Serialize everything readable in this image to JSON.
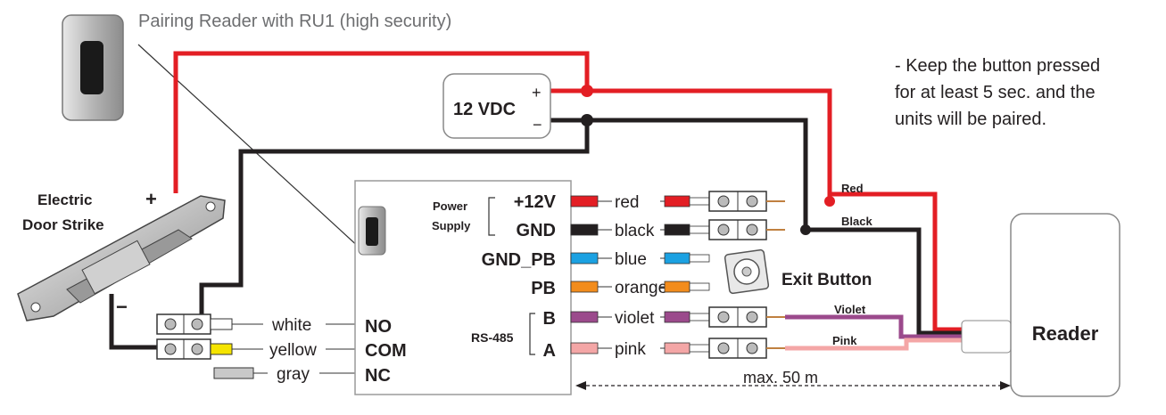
{
  "title": "Pairing Reader with RU1 (high security)",
  "note": {
    "lines": [
      "- Keep the button pressed",
      "for at least 5 sec. and the",
      "units will be paired."
    ]
  },
  "power_supply": {
    "label": "12 VDC",
    "plus": "+",
    "minus": "−"
  },
  "door_strike": {
    "label_line1": "Electric",
    "label_line2": "Door Strike",
    "plus": "+",
    "minus": "−"
  },
  "controller": {
    "power_supply_line1": "Power",
    "power_supply_line2": "Supply",
    "rs485_label": "RS-485",
    "relay_terminals": [
      "NO",
      "COM",
      "NC"
    ],
    "terminals": [
      {
        "label": "+12V",
        "wire": "red",
        "color": "#e31e24"
      },
      {
        "label": "GND",
        "wire": "black",
        "color": "#231f20"
      },
      {
        "label": "GND_PB",
        "wire": "blue",
        "color": "#1ba1e2"
      },
      {
        "label": "PB",
        "wire": "orange",
        "color": "#f28c1c"
      },
      {
        "label": "B",
        "wire": "violet",
        "color": "#9b4a8c"
      },
      {
        "label": "A",
        "wire": "pink",
        "color": "#f4a6a6"
      }
    ]
  },
  "relay_wires": [
    {
      "wire": "white",
      "color": "#ffffff"
    },
    {
      "wire": "yellow",
      "color": "#f5e400"
    },
    {
      "wire": "gray",
      "color": "#c8c8c8"
    }
  ],
  "exit_button": {
    "label": "Exit Button"
  },
  "reader": {
    "label": "Reader"
  },
  "reader_wires": [
    {
      "label": "Red",
      "color": "#e31e24"
    },
    {
      "label": "Black",
      "color": "#231f20"
    },
    {
      "label": "Violet",
      "color": "#9b4a8c"
    },
    {
      "label": "Pink",
      "color": "#f4a6a6"
    }
  ],
  "distance": {
    "label": "max. 50 m"
  },
  "colors": {
    "red": "#e31e24",
    "black": "#231f20",
    "box_border": "#9a9a9a",
    "text_gray": "#6d6e70"
  }
}
